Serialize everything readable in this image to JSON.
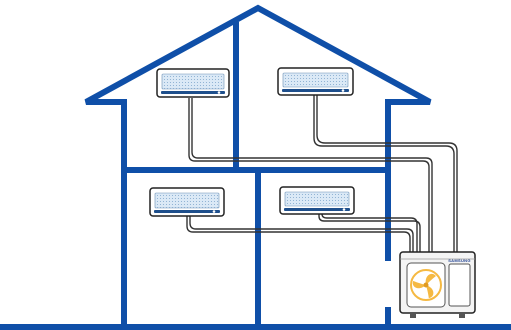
{
  "diagram": {
    "kind": "multi-split air conditioning system",
    "colors": {
      "house_outline": "#0f4fa8",
      "pipes": "#333333",
      "fan": "#f5b942",
      "unit_body": "#ffffff"
    },
    "indoor_units": [
      {
        "id": "upstairs-left"
      },
      {
        "id": "upstairs-right"
      },
      {
        "id": "downstairs-left"
      },
      {
        "id": "downstairs-right"
      }
    ],
    "outdoor_unit": {
      "brand_text": "SAMSUNG",
      "icons": [
        "fan-icon"
      ]
    }
  }
}
